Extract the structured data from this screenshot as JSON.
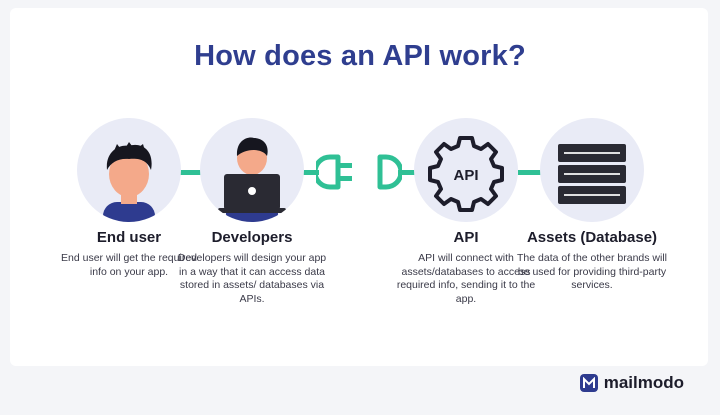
{
  "title": "How does an API work?",
  "colors": {
    "title": "#2f3e8f",
    "accent": "#2fc095",
    "circle": "#e9ebf6"
  },
  "steps": [
    {
      "label": "End user",
      "description": "End user will get the required info on your app.",
      "icon": "person-icon"
    },
    {
      "label": "Developers",
      "description": "Developers will design your app in a way that it can access data stored in assets/ databases via APIs.",
      "icon": "developer-laptop-icon"
    },
    {
      "label": "API",
      "description": "API will connect with assets/databases to access required info, sending it to the app.",
      "icon": "api-gear-icon",
      "icon_text": "API"
    },
    {
      "label": "Assets (Database)",
      "description": "The data of the other brands will be used for providing third-party services.",
      "icon": "database-server-icon"
    }
  ],
  "brand": {
    "name": "mailmodo",
    "icon": "mailmodo-logo-icon"
  }
}
